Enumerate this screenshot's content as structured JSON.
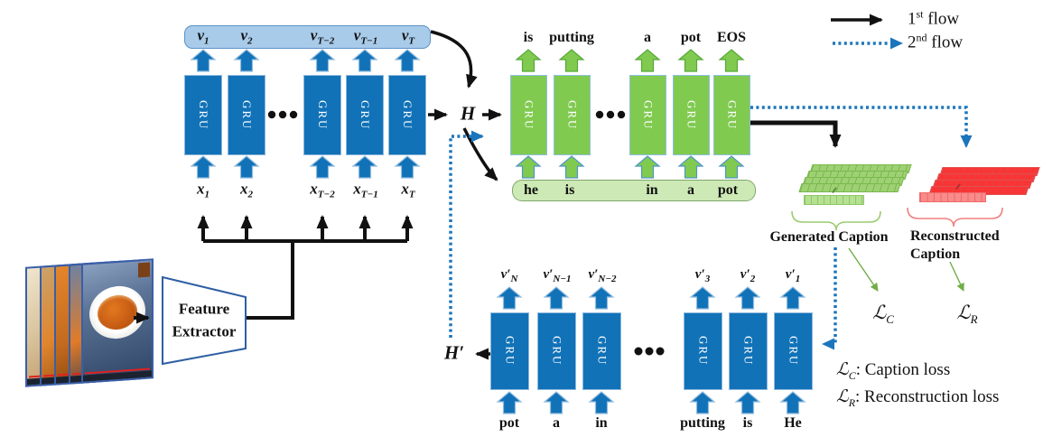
{
  "legend": {
    "first_flow": {
      "num": "1",
      "sup": "st",
      "rest": " flow"
    },
    "second_flow": {
      "num": "2",
      "sup": "nd",
      "rest": " flow"
    }
  },
  "gru_label": "GRU",
  "encoder": {
    "v_labels": [
      {
        "base": "v",
        "sub": "1"
      },
      {
        "base": "v",
        "sub": "2"
      },
      {
        "base": "v",
        "sub": "T−2"
      },
      {
        "base": "v",
        "sub": "T−1"
      },
      {
        "base": "v",
        "sub": "T"
      }
    ],
    "x_labels": [
      {
        "base": "x",
        "sub": "1"
      },
      {
        "base": "x",
        "sub": "2"
      },
      {
        "base": "x",
        "sub": "T−2"
      },
      {
        "base": "x",
        "sub": "T−1"
      },
      {
        "base": "x",
        "sub": "T"
      }
    ]
  },
  "feature_extractor": {
    "line1": "Feature",
    "line2": "Extractor"
  },
  "hidden": {
    "h": "H",
    "h_prime": "H′"
  },
  "decoder": {
    "output_words": [
      "is",
      "putting",
      "a",
      "pot",
      "EOS"
    ],
    "input_words": [
      "he",
      "is",
      "in",
      "a",
      "pot"
    ]
  },
  "reconstructor": {
    "v_labels": [
      {
        "base": "v′",
        "sub": "N"
      },
      {
        "base": "v′",
        "sub": "N−1"
      },
      {
        "base": "v′",
        "sub": "N−2"
      },
      {
        "base": "v′",
        "sub": "3"
      },
      {
        "base": "v′",
        "sub": "2"
      },
      {
        "base": "v′",
        "sub": "1"
      }
    ],
    "input_words": [
      "pot",
      "a",
      "in",
      "putting",
      "is",
      "He"
    ]
  },
  "captions": {
    "generated_label": "Generated Caption",
    "reconstructed_label_line1": "Reconstructed",
    "reconstructed_label_line2": "Caption"
  },
  "losses": {
    "lc": {
      "base": "ℒ",
      "sub": "C"
    },
    "lr": {
      "base": "ℒ",
      "sub": "R"
    },
    "lc_desc": ": Caption loss",
    "lr_desc": ": Reconstruction loss"
  },
  "colors": {
    "primary_blue": "#1172B8",
    "light_blue": "#A9CBEA",
    "green": "#80CA50",
    "light_green": "#CDE9B5",
    "red": "#FB3B3B",
    "flow_blue": "#1B75BC"
  }
}
